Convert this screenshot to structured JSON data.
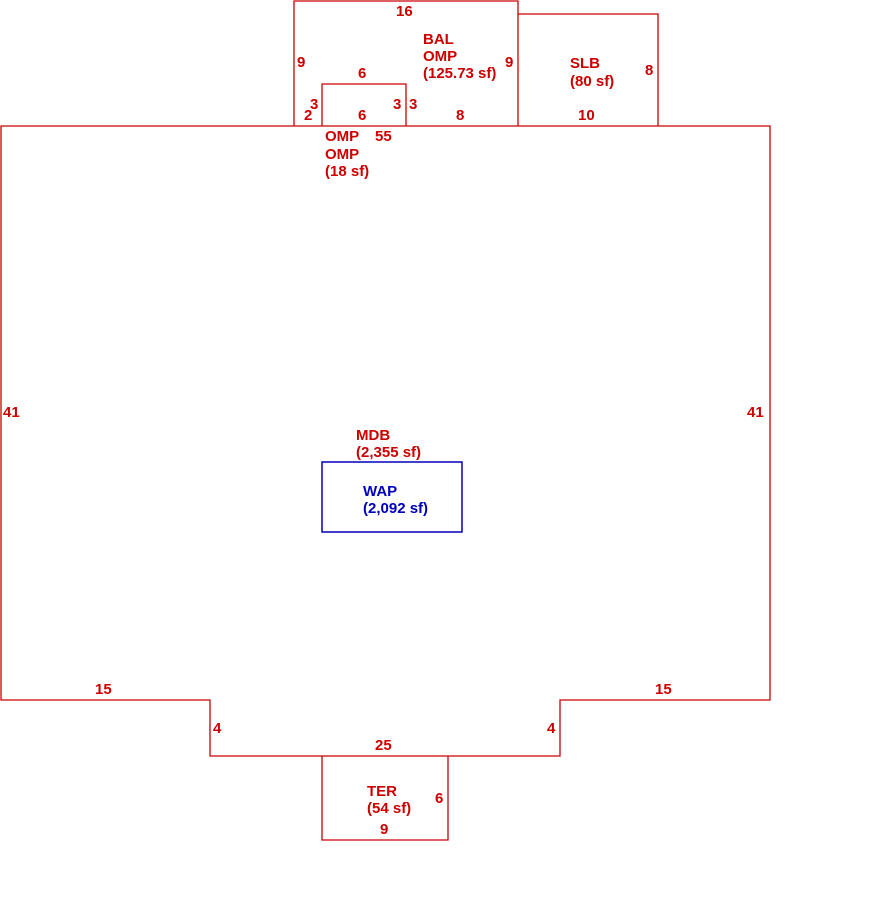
{
  "colors": {
    "main_outline": "#cc0000",
    "inner_area": "#0000bb",
    "background": "#ffffff"
  },
  "areas": {
    "mdb": {
      "code": "MDB",
      "area": "(2,355 sf)"
    },
    "wap": {
      "code": "WAP",
      "area": "(2,092 sf)"
    },
    "bal": {
      "code": "BAL",
      "sub": "OMP",
      "area": "(125.73 sf)"
    },
    "slb": {
      "code": "SLB",
      "area": "(80 sf)"
    },
    "omp": {
      "code": "OMP",
      "sub": "OMP",
      "area": "(18 sf)"
    },
    "ter": {
      "code": "TER",
      "area": "(54 sf)"
    }
  },
  "dims": {
    "bal_top": "16",
    "bal_left": "9",
    "bal_right": "9",
    "bal_bottom_right": "8",
    "bal_left_lower": "2",
    "slb_right": "8",
    "slb_bottom": "10",
    "omp_top": "6",
    "omp_left": "3",
    "omp_bottom": "6",
    "omp_right_inner": "3",
    "omp_right_outer": "3",
    "omp_sub": "55",
    "mdb_left": "41",
    "mdb_right": "41",
    "mdb_bottom_left": "15",
    "mdb_bottom_right": "15",
    "step_left": "4",
    "step_right": "4",
    "step_bottom": "25",
    "ter_right": "6",
    "ter_bottom": "9"
  }
}
